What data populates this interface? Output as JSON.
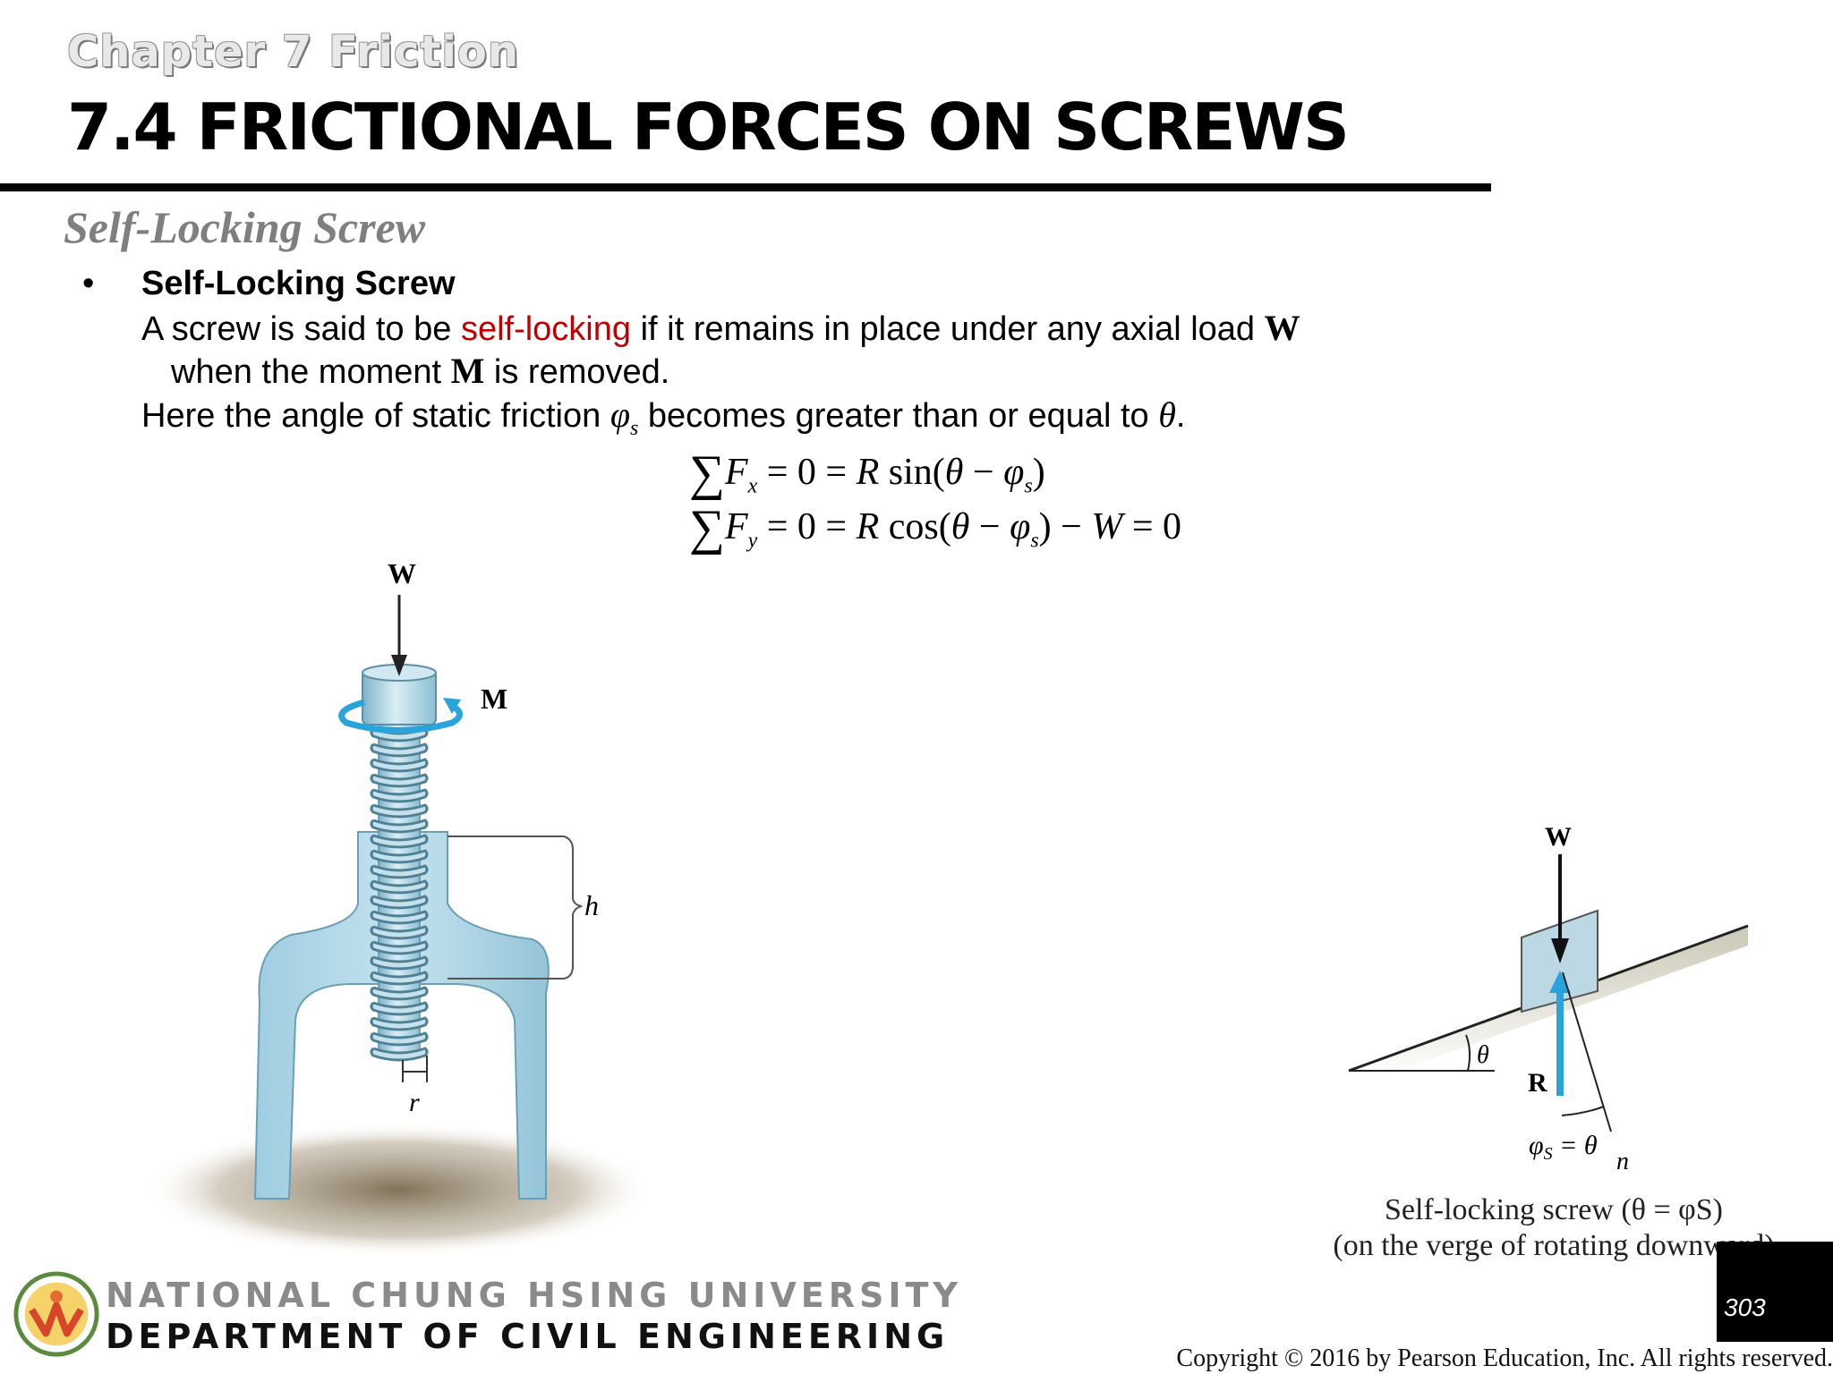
{
  "header": {
    "chapter": "Chapter 7 Friction",
    "title": "7.4 FRICTIONAL FORCES ON SCREWS"
  },
  "section": {
    "subtitle": "Self-Locking Screw",
    "bullet_symbol": "•",
    "bullet_heading": "Self-Locking Screw",
    "line1_a": "A screw is said to be ",
    "line1_highlight": "self-locking",
    "line1_b": " if it remains in place under any axial load ",
    "line1_W": "W",
    "line2_a": "when the moment ",
    "line2_M": "M",
    "line2_b": " is removed.",
    "line3_a": "Here the angle of static friction ",
    "line3_phi": "φ",
    "line3_sub": "s",
    "line3_b": " becomes greater than or equal to ",
    "line3_theta": "θ",
    "line3_end": ".",
    "highlight_color": "#c00000"
  },
  "equations": {
    "sigma": "∑",
    "eq1_F": "F",
    "eq1_sub": "x",
    "eq1_mid": " = 0 = ",
    "eq1_R": "R",
    "eq1_fn": " sin(",
    "eq1_theta": "θ",
    "eq1_minus": " − ",
    "eq1_phi": "φ",
    "eq1_phisub": "s",
    "eq1_close": ")",
    "eq2_F": "F",
    "eq2_sub": "y",
    "eq2_mid": " = 0 = ",
    "eq2_R": "R",
    "eq2_fn": " cos(",
    "eq2_theta": "θ",
    "eq2_minus": " − ",
    "eq2_phi": "φ",
    "eq2_phisub": "s",
    "eq2_close": ") − ",
    "eq2_W": "W",
    "eq2_end": " = 0"
  },
  "figure_screw": {
    "label_W": "W",
    "label_M": "M",
    "label_h": "h",
    "label_r": "r",
    "screw_color": "#a9d3e4",
    "arrow_color": "#29a3dc"
  },
  "figure_incline": {
    "label_W": "W",
    "label_R": "R",
    "label_theta": "θ",
    "label_n": "n",
    "label_phi": "φ",
    "label_phi_sub": "S",
    "label_phi_eq": " = θ",
    "caption_line1": "Self-locking screw (θ = φS)",
    "caption_line2": "(on the verge of rotating downward)",
    "R_color": "#29a3dc"
  },
  "footer": {
    "university": "NATIONAL CHUNG HSING UNIVERSITY",
    "department": "DEPARTMENT OF CIVIL ENGINEERING",
    "page_number": "303",
    "copyright": "Copyright © 2016 by Pearson Education, Inc. All rights reserved."
  }
}
